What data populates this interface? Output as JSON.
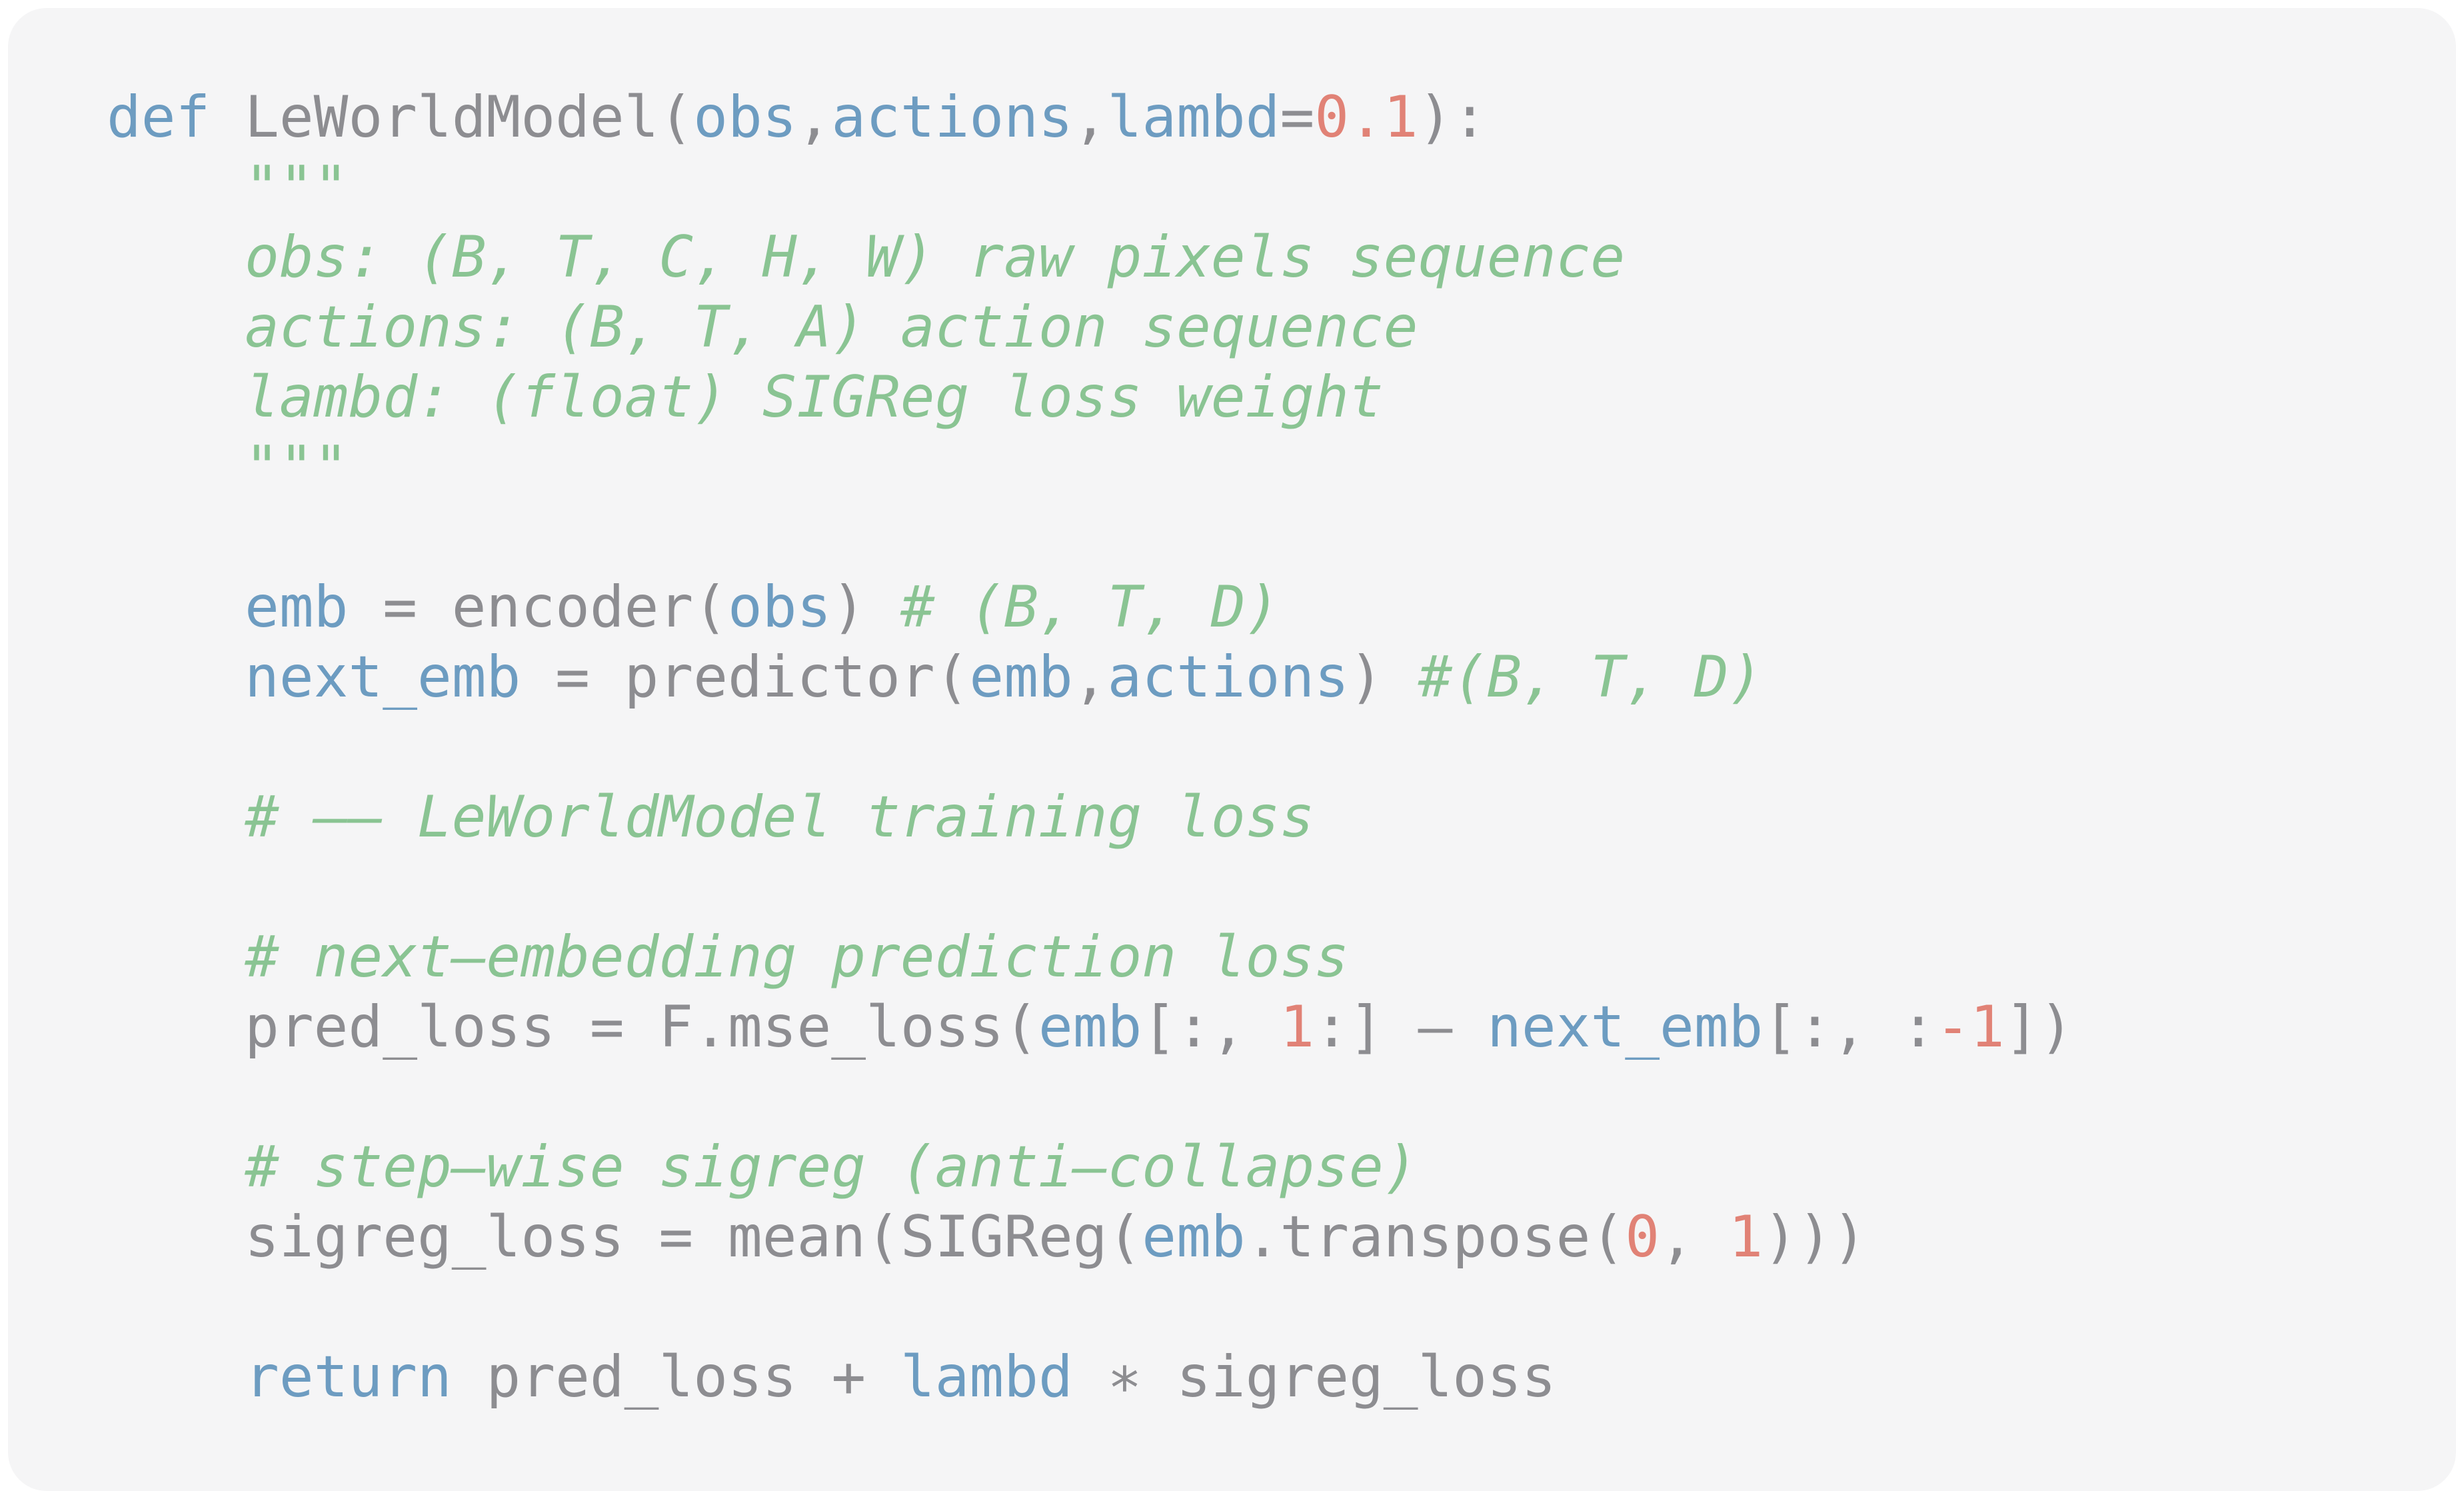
{
  "colors": {
    "page_bg": "#ffffff",
    "card_bg": "#f5f5f6",
    "gray": "#8d8d91",
    "blue": "#6d9cc1",
    "green": "#8ac493",
    "red": "#e18276"
  },
  "code": {
    "language": "python",
    "lines": [
      {
        "tokens": [
          {
            "t": "def ",
            "c": "blue"
          },
          {
            "t": "LeWorldModel(",
            "c": "gray"
          },
          {
            "t": "obs",
            "c": "blue"
          },
          {
            "t": ",",
            "c": "gray"
          },
          {
            "t": "actions",
            "c": "blue"
          },
          {
            "t": ",",
            "c": "gray"
          },
          {
            "t": "lambd",
            "c": "blue"
          },
          {
            "t": "=",
            "c": "gray"
          },
          {
            "t": "0.1",
            "c": "red"
          },
          {
            "t": "):",
            "c": "gray"
          }
        ]
      },
      {
        "tokens": [
          {
            "t": "    \"\"\"",
            "c": "green"
          }
        ]
      },
      {
        "tokens": [
          {
            "t": "    ",
            "c": "green"
          },
          {
            "t": "obs: (B, T, C, H, W) raw pixels sequence",
            "c": "green_italic"
          }
        ]
      },
      {
        "tokens": [
          {
            "t": "    ",
            "c": "green"
          },
          {
            "t": "actions: (B, T, A) action sequence",
            "c": "green_italic"
          }
        ]
      },
      {
        "tokens": [
          {
            "t": "    ",
            "c": "green"
          },
          {
            "t": "lambd: (float) SIGReg loss weight",
            "c": "green_italic"
          }
        ]
      },
      {
        "tokens": [
          {
            "t": "    \"\"\"",
            "c": "green"
          }
        ]
      },
      {
        "tokens": []
      },
      {
        "tokens": [
          {
            "t": "    ",
            "c": "gray"
          },
          {
            "t": "emb",
            "c": "blue"
          },
          {
            "t": " = encoder(",
            "c": "gray"
          },
          {
            "t": "obs",
            "c": "blue"
          },
          {
            "t": ") ",
            "c": "gray"
          },
          {
            "t": "# (B, T, D)",
            "c": "green_italic"
          }
        ]
      },
      {
        "tokens": [
          {
            "t": "    ",
            "c": "gray"
          },
          {
            "t": "next_emb",
            "c": "blue"
          },
          {
            "t": " = predictor(",
            "c": "gray"
          },
          {
            "t": "emb",
            "c": "blue"
          },
          {
            "t": ",",
            "c": "gray"
          },
          {
            "t": "actions",
            "c": "blue"
          },
          {
            "t": ") ",
            "c": "gray"
          },
          {
            "t": "#(B, T, D)",
            "c": "green_italic"
          }
        ]
      },
      {
        "tokens": []
      },
      {
        "tokens": [
          {
            "t": "    ",
            "c": "gray"
          },
          {
            "t": "# –– LeWorldModel training loss",
            "c": "green_italic"
          }
        ]
      },
      {
        "tokens": []
      },
      {
        "tokens": [
          {
            "t": "    ",
            "c": "gray"
          },
          {
            "t": "# next–embedding prediction loss",
            "c": "green_italic"
          }
        ]
      },
      {
        "tokens": [
          {
            "t": "    pred_loss = F.mse_loss(",
            "c": "gray"
          },
          {
            "t": "emb",
            "c": "blue"
          },
          {
            "t": "[:, ",
            "c": "gray"
          },
          {
            "t": "1",
            "c": "red"
          },
          {
            "t": ":] – ",
            "c": "gray"
          },
          {
            "t": "next_emb",
            "c": "blue"
          },
          {
            "t": "[:, :",
            "c": "gray"
          },
          {
            "t": "-1",
            "c": "red"
          },
          {
            "t": "])",
            "c": "gray"
          }
        ]
      },
      {
        "tokens": []
      },
      {
        "tokens": [
          {
            "t": "    ",
            "c": "gray"
          },
          {
            "t": "# step–wise sigreg (anti–collapse)",
            "c": "green_italic"
          }
        ]
      },
      {
        "tokens": [
          {
            "t": "    sigreg_loss = mean(SIGReg(",
            "c": "gray"
          },
          {
            "t": "emb",
            "c": "blue"
          },
          {
            "t": ".transpose(",
            "c": "gray"
          },
          {
            "t": "0",
            "c": "red"
          },
          {
            "t": ", ",
            "c": "gray"
          },
          {
            "t": "1",
            "c": "red"
          },
          {
            "t": ")))",
            "c": "gray"
          }
        ]
      },
      {
        "tokens": []
      },
      {
        "tokens": [
          {
            "t": "    ",
            "c": "gray"
          },
          {
            "t": "return",
            "c": "blue"
          },
          {
            "t": " pred_loss + ",
            "c": "gray"
          },
          {
            "t": "lambd",
            "c": "blue"
          },
          {
            "t": " ∗ sigreg_loss",
            "c": "gray"
          }
        ]
      }
    ]
  }
}
